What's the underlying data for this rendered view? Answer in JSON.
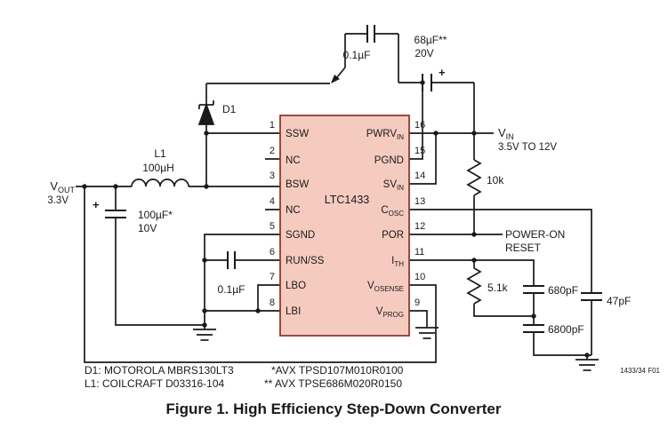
{
  "figure": {
    "caption": "Figure 1. High Efficiency Step-Down Converter",
    "ref": "1433/34 F01"
  },
  "ic": {
    "name": "LTC1433",
    "left_pins": [
      {
        "num": "1",
        "label": "SSW"
      },
      {
        "num": "2",
        "label": "NC"
      },
      {
        "num": "3",
        "label": "BSW"
      },
      {
        "num": "4",
        "label": "NC"
      },
      {
        "num": "5",
        "label": "SGND"
      },
      {
        "num": "6",
        "label": "RUN/SS"
      },
      {
        "num": "7",
        "label": "LBO"
      },
      {
        "num": "8",
        "label": "LBI"
      }
    ],
    "right_pins": [
      {
        "num": "16",
        "main": "PWRV",
        "sub": "IN"
      },
      {
        "num": "15",
        "main": "PGND",
        "sub": ""
      },
      {
        "num": "14",
        "main": "SV",
        "sub": "IN"
      },
      {
        "num": "13",
        "main": "C",
        "sub": "OSC"
      },
      {
        "num": "12",
        "main": "POR",
        "sub": ""
      },
      {
        "num": "11",
        "main": "I",
        "sub": "TH"
      },
      {
        "num": "10",
        "main": "V",
        "sub": "OSENSE"
      },
      {
        "num": "9",
        "main": "V",
        "sub": "PROG"
      }
    ]
  },
  "rails": {
    "vout": {
      "main": "V",
      "sub": "OUT",
      "value": "3.3V"
    },
    "vin": {
      "main": "V",
      "sub": "IN",
      "value": "3.5V TO 12V"
    },
    "por": {
      "line1": "POWER-ON",
      "line2": "RESET"
    }
  },
  "components": {
    "d1": "D1",
    "l1": "L1",
    "l1_value": "100µH",
    "cout": "100µF*",
    "cout_v": "10V",
    "cout_plus": "+",
    "ctop": "0.1µF",
    "cin": "68µF**",
    "cin_v": "20V",
    "cin_plus": "+",
    "rpor": "10k",
    "rith": "5.1k",
    "cith1": "680pF",
    "cith2": "6800pF",
    "cosc": "47pF",
    "css": "0.1µF"
  },
  "notes": {
    "d1": "D1: MOTOROLA MBRS130LT3",
    "l1": "L1: COILCRAFT D03316-104",
    "star": "*AVX TPSD107M010R0100",
    "dstar": "** AVX TPSE686M020R0150"
  },
  "colors": {
    "ic_fill": "#f5cbc0",
    "ic_border": "#8d3b2b",
    "wire": "#1a1a1a"
  }
}
